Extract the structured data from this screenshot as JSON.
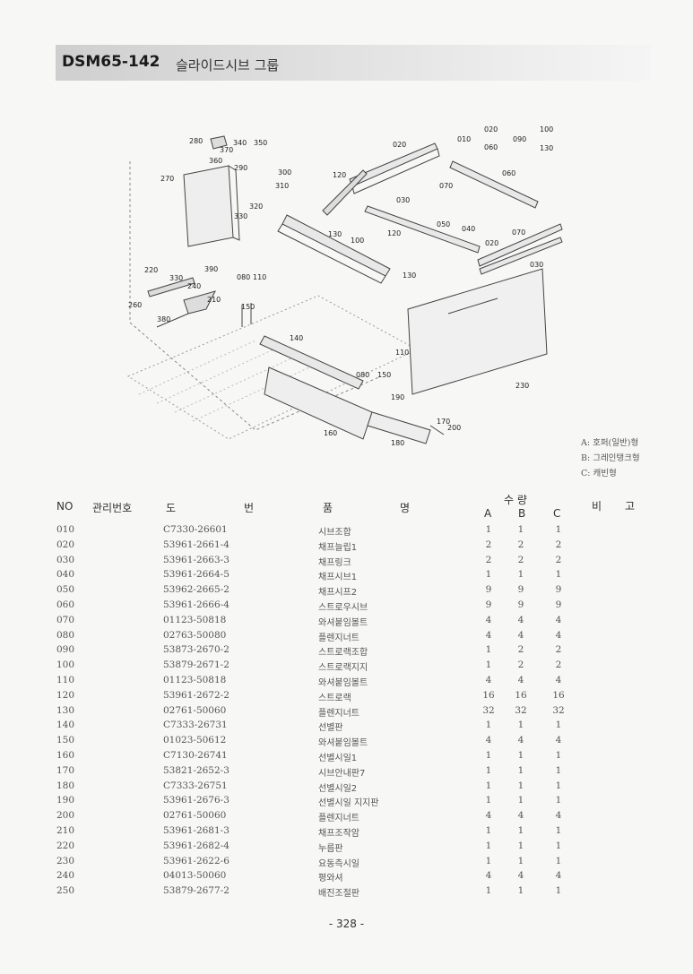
{
  "header": {
    "code": "DSM65-142",
    "title": "슬라이드시브 그룹"
  },
  "legend": [
    "A: 호퍼(일반)형",
    "B: 그레인탱크형",
    "C: 캐빈형"
  ],
  "table": {
    "headers": {
      "no": "NO",
      "mgmt": "관리번호",
      "drawing_1": "도",
      "drawing_2": "번",
      "name_1": "품",
      "name_2": "명",
      "qty": "수 량",
      "qty_a": "A",
      "qty_b": "B",
      "qty_c": "C",
      "remark_1": "비",
      "remark_2": "고"
    },
    "rows": [
      {
        "no": "010",
        "part": "C7330-26601",
        "name": "시브조합",
        "a": "1",
        "b": "1",
        "c": "1"
      },
      {
        "no": "020",
        "part": "53961-2661-4",
        "name": "채프늘립1",
        "a": "2",
        "b": "2",
        "c": "2"
      },
      {
        "no": "030",
        "part": "53961-2663-3",
        "name": "채프링크",
        "a": "2",
        "b": "2",
        "c": "2"
      },
      {
        "no": "040",
        "part": "53961-2664-5",
        "name": "채프시브1",
        "a": "1",
        "b": "1",
        "c": "1"
      },
      {
        "no": "050",
        "part": "53962-2665-2",
        "name": "채프시프2",
        "a": "9",
        "b": "9",
        "c": "9"
      },
      {
        "no": "060",
        "part": "53961-2666-4",
        "name": "스트로우시브",
        "a": "9",
        "b": "9",
        "c": "9"
      },
      {
        "no": "070",
        "part": "01123-50818",
        "name": "와셔붙임볼트",
        "a": "4",
        "b": "4",
        "c": "4"
      },
      {
        "no": "080",
        "part": "02763-50080",
        "name": "플렌지너트",
        "a": "4",
        "b": "4",
        "c": "4"
      },
      {
        "no": "090",
        "part": "53873-2670-2",
        "name": "스트로랙조합",
        "a": "1",
        "b": "2",
        "c": "2"
      },
      {
        "no": "100",
        "part": "53879-2671-2",
        "name": "스트로랙지지",
        "a": "1",
        "b": "2",
        "c": "2"
      },
      {
        "no": "110",
        "part": "01123-50818",
        "name": "와셔붙임볼트",
        "a": "4",
        "b": "4",
        "c": "4"
      },
      {
        "no": "120",
        "part": "53961-2672-2",
        "name": "스트로랙",
        "a": "16",
        "b": "16",
        "c": "16"
      },
      {
        "no": "130",
        "part": "02761-50060",
        "name": "플렌지너트",
        "a": "32",
        "b": "32",
        "c": "32"
      },
      {
        "no": "140",
        "part": "C7333-26731",
        "name": "선별판",
        "a": "1",
        "b": "1",
        "c": "1"
      },
      {
        "no": "150",
        "part": "01023-50612",
        "name": "와셔붙임볼트",
        "a": "4",
        "b": "4",
        "c": "4"
      },
      {
        "no": "160",
        "part": "C7130-26741",
        "name": "선별시일1",
        "a": "1",
        "b": "1",
        "c": "1"
      },
      {
        "no": "170",
        "part": "53821-2652-3",
        "name": "시브안내판7",
        "a": "1",
        "b": "1",
        "c": "1"
      },
      {
        "no": "180",
        "part": "C7333-26751",
        "name": "선별시일2",
        "a": "1",
        "b": "1",
        "c": "1"
      },
      {
        "no": "190",
        "part": "53961-2676-3",
        "name": "선별시일 지지판",
        "a": "1",
        "b": "1",
        "c": "1"
      },
      {
        "no": "200",
        "part": "02761-50060",
        "name": "플렌지너트",
        "a": "4",
        "b": "4",
        "c": "4"
      },
      {
        "no": "210",
        "part": "53961-2681-3",
        "name": "채프조작암",
        "a": "1",
        "b": "1",
        "c": "1"
      },
      {
        "no": "220",
        "part": "53961-2682-4",
        "name": "누름판",
        "a": "1",
        "b": "1",
        "c": "1"
      },
      {
        "no": "230",
        "part": "53961-2622-6",
        "name": "요동측시일",
        "a": "1",
        "b": "1",
        "c": "1"
      },
      {
        "no": "240",
        "part": "04013-50060",
        "name": "평와셔",
        "a": "4",
        "b": "4",
        "c": "4"
      },
      {
        "no": "250",
        "part": "53879-2677-2",
        "name": "배진조절판",
        "a": "1",
        "b": "1",
        "c": "1"
      }
    ]
  },
  "diagram": {
    "labels": [
      "280",
      "340",
      "350",
      "360",
      "370",
      "290",
      "300",
      "310",
      "270",
      "320",
      "330",
      "020",
      "120",
      "030",
      "070",
      "060",
      "130",
      "100",
      "050",
      "040",
      "070",
      "020",
      "120",
      "030",
      "130",
      "010",
      "020",
      "060",
      "090",
      "100",
      "130",
      "220",
      "330",
      "390",
      "240",
      "210",
      "260",
      "080",
      "110",
      "150",
      "380",
      "140",
      "110",
      "080",
      "150",
      "230",
      "190",
      "160",
      "170",
      "200",
      "180"
    ]
  },
  "page_number": "- 328 -"
}
